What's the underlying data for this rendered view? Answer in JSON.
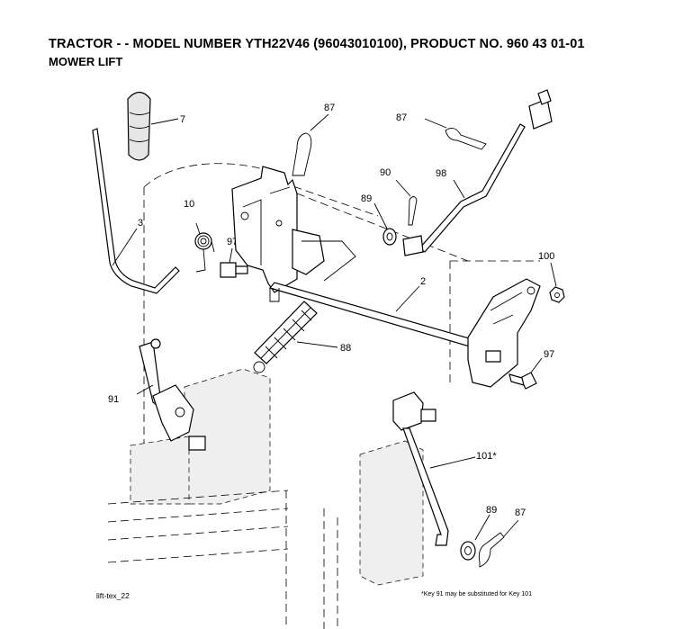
{
  "header": {
    "title": "TRACTOR - - MODEL NUMBER YTH22V46 (96043010100), PRODUCT NO. 960 43 01-01",
    "subtitle": "MOWER LIFT"
  },
  "callouts": {
    "k7": "7",
    "k87a": "87",
    "k87b": "87",
    "k87c": "87",
    "k10": "10",
    "k3": "3",
    "k97a": "97",
    "k97b": "97",
    "k90": "90",
    "k89a": "89",
    "k89b": "89",
    "k98": "98",
    "k100": "100",
    "k2": "2",
    "k88": "88",
    "k91": "91",
    "k101": "101*"
  },
  "footer": {
    "diagram_id": "lift-tex_22",
    "note": "*Key 91 may be substituted for Key 101"
  }
}
